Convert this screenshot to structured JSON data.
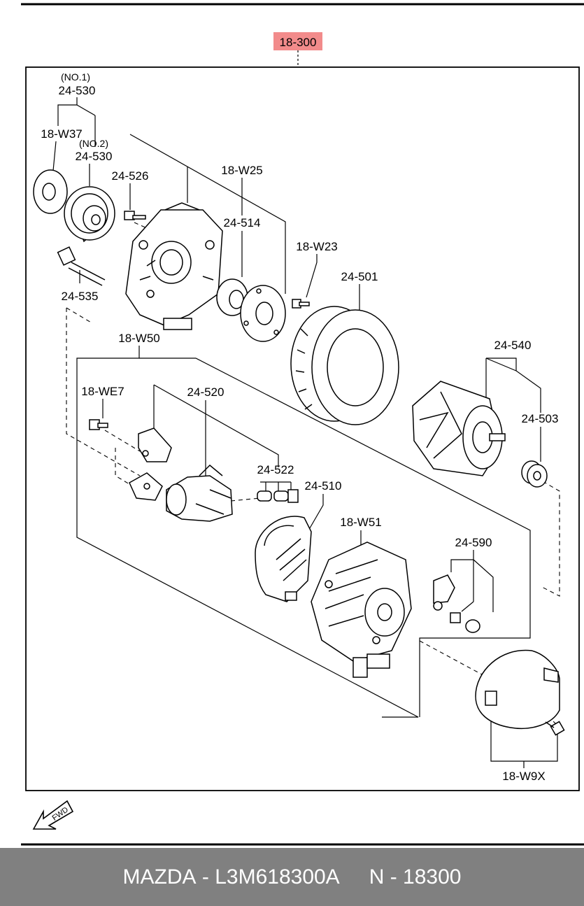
{
  "diagram": {
    "main_part": "18-300",
    "highlight_color": "#f28b8b",
    "labels": {
      "no1": "(NO.1)",
      "no2": "(NO.2)",
      "p24_530_a": "24-530",
      "p24_530_b": "24-530",
      "p18_w37": "18-W37",
      "p24_526": "24-526",
      "p18_w25": "18-W25",
      "p24_514": "24-514",
      "p18_w23": "18-W23",
      "p24_501": "24-501",
      "p24_535": "24-535",
      "p18_w50": "18-W50",
      "p24_540": "24-540",
      "p18_we7": "18-WE7",
      "p24_520": "24-520",
      "p24_503": "24-503",
      "p24_522": "24-522",
      "p24_510": "24-510",
      "p18_w51": "18-W51",
      "p24_590": "24-590",
      "p18_w9x": "18-W9X",
      "fwd": "FWD"
    }
  },
  "footer": {
    "brand": "MAZDA",
    "sep": " - ",
    "part_number": "L3M618300A",
    "ref": "N - 18300"
  }
}
